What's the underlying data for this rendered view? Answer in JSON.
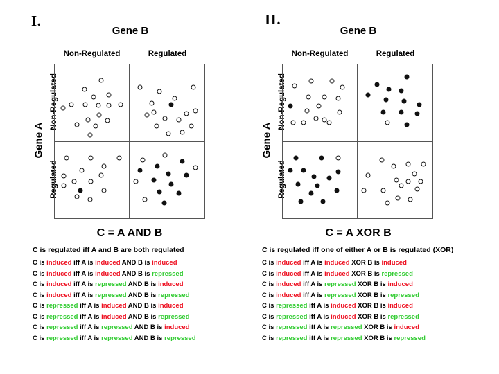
{
  "colors": {
    "induced": "#ee1122",
    "repressed": "#33cc33",
    "axis": "#555555",
    "dot": "#111111"
  },
  "labels": {
    "gene_b": "Gene B",
    "gene_a": "Gene A",
    "non_regulated": "Non-Regulated",
    "regulated": "Regulated",
    "induced": "induced",
    "repressed": "repressed",
    "c_is": "C is",
    "iff_a_is": "iff A is",
    "b_is": "B is"
  },
  "panels": [
    {
      "roman": "I.",
      "gene_b_title": "Gene B",
      "gene_a_title": "Gene A",
      "col_headers": [
        "Non-Regulated",
        "Regulated"
      ],
      "row_headers": [
        "Non-Regulated",
        "Regulated"
      ],
      "equation": "C = A AND B",
      "subtitle": "C is regulated iff A and B are both regulated",
      "operator": "AND",
      "quadrants": {
        "top_left": "all-open",
        "top_right": "one-filled",
        "bottom_left": "one-filled",
        "bottom_right": "mostly-filled"
      },
      "rules": [
        {
          "c": "induced",
          "a": "induced",
          "b": "induced"
        },
        {
          "c": "induced",
          "a": "induced",
          "b": "repressed"
        },
        {
          "c": "induced",
          "a": "repressed",
          "b": "induced"
        },
        {
          "c": "induced",
          "a": "repressed",
          "b": "repressed"
        },
        {
          "c": "repressed",
          "a": "induced",
          "b": "induced"
        },
        {
          "c": "repressed",
          "a": "induced",
          "b": "repressed"
        },
        {
          "c": "repressed",
          "a": "repressed",
          "b": "induced"
        },
        {
          "c": "repressed",
          "a": "repressed",
          "b": "repressed"
        }
      ]
    },
    {
      "roman": "II.",
      "gene_b_title": "Gene B",
      "gene_a_title": "Gene A",
      "col_headers": [
        "Non-Regulated",
        "Regulated"
      ],
      "row_headers": [
        "Non-Regulated",
        "Regulated"
      ],
      "equation": "C = A XOR B",
      "subtitle": "C is regulated iff one of either A or B is regulated (XOR)",
      "operator": "XOR",
      "quadrants": {
        "top_left": "one-filled",
        "top_right": "mostly-filled",
        "bottom_left": "mostly-filled",
        "bottom_right": "all-open"
      },
      "rules": [
        {
          "c": "induced",
          "a": "induced",
          "b": "induced"
        },
        {
          "c": "induced",
          "a": "induced",
          "b": "repressed"
        },
        {
          "c": "induced",
          "a": "repressed",
          "b": "induced"
        },
        {
          "c": "induced",
          "a": "repressed",
          "b": "repressed"
        },
        {
          "c": "repressed",
          "a": "induced",
          "b": "induced"
        },
        {
          "c": "repressed",
          "a": "induced",
          "b": "repressed"
        },
        {
          "c": "repressed",
          "a": "repressed",
          "b": "induced"
        },
        {
          "c": "repressed",
          "a": "repressed",
          "b": "repressed"
        }
      ]
    }
  ],
  "scatter": {
    "p1_tl": [
      [
        40,
        32,
        0
      ],
      [
        62,
        21,
        0
      ],
      [
        52,
        42,
        0
      ],
      [
        72,
        40,
        0
      ],
      [
        22,
        52,
        0
      ],
      [
        41,
        52,
        0
      ],
      [
        58,
        53,
        0
      ],
      [
        72,
        53,
        0
      ],
      [
        88,
        52,
        0
      ],
      [
        11,
        57,
        0
      ],
      [
        59,
        66,
        0
      ],
      [
        44,
        72,
        0
      ],
      [
        70,
        73,
        0
      ],
      [
        30,
        78,
        0
      ],
      [
        55,
        80,
        0
      ],
      [
        47,
        92,
        0
      ]
    ],
    "p1_tr": [
      [
        14,
        30,
        0
      ],
      [
        40,
        35,
        0
      ],
      [
        85,
        30,
        0
      ],
      [
        60,
        44,
        0
      ],
      [
        30,
        50,
        0
      ],
      [
        56,
        52,
        1
      ],
      [
        23,
        66,
        0
      ],
      [
        32,
        62,
        0
      ],
      [
        76,
        64,
        0
      ],
      [
        88,
        60,
        0
      ],
      [
        47,
        70,
        0
      ],
      [
        66,
        72,
        0
      ],
      [
        36,
        80,
        0
      ],
      [
        82,
        80,
        0
      ],
      [
        52,
        90,
        0
      ],
      [
        70,
        88,
        0
      ]
    ],
    "p1_bl": [
      [
        16,
        22,
        0
      ],
      [
        48,
        22,
        0
      ],
      [
        86,
        22,
        0
      ],
      [
        66,
        32,
        0
      ],
      [
        36,
        38,
        0
      ],
      [
        12,
        45,
        0
      ],
      [
        62,
        44,
        0
      ],
      [
        26,
        52,
        0
      ],
      [
        48,
        52,
        0
      ],
      [
        12,
        58,
        0
      ],
      [
        34,
        64,
        1
      ],
      [
        66,
        64,
        0
      ],
      [
        30,
        72,
        0
      ],
      [
        47,
        76,
        0
      ]
    ],
    "p1_br": [
      [
        18,
        24,
        0
      ],
      [
        47,
        18,
        0
      ],
      [
        37,
        32,
        1
      ],
      [
        70,
        26,
        1
      ],
      [
        88,
        34,
        0
      ],
      [
        14,
        38,
        1
      ],
      [
        52,
        42,
        1
      ],
      [
        76,
        44,
        1
      ],
      [
        8,
        52,
        0
      ],
      [
        32,
        50,
        1
      ],
      [
        56,
        56,
        1
      ],
      [
        40,
        66,
        1
      ],
      [
        66,
        68,
        1
      ],
      [
        20,
        76,
        0
      ],
      [
        46,
        80,
        1
      ]
    ],
    "p2_tl": [
      [
        16,
        28,
        0
      ],
      [
        38,
        22,
        0
      ],
      [
        66,
        22,
        0
      ],
      [
        80,
        30,
        0
      ],
      [
        34,
        42,
        0
      ],
      [
        56,
        42,
        0
      ],
      [
        74,
        44,
        0
      ],
      [
        10,
        54,
        1
      ],
      [
        48,
        54,
        0
      ],
      [
        32,
        60,
        0
      ],
      [
        76,
        62,
        0
      ],
      [
        14,
        76,
        0
      ],
      [
        28,
        76,
        0
      ],
      [
        44,
        70,
        0
      ],
      [
        56,
        72,
        0
      ],
      [
        62,
        76,
        0
      ]
    ],
    "p2_tr": [
      [
        26,
        26,
        1
      ],
      [
        66,
        16,
        1
      ],
      [
        42,
        32,
        1
      ],
      [
        58,
        34,
        1
      ],
      [
        14,
        40,
        1
      ],
      [
        38,
        46,
        1
      ],
      [
        62,
        48,
        1
      ],
      [
        82,
        52,
        1
      ],
      [
        34,
        62,
        1
      ],
      [
        58,
        62,
        1
      ],
      [
        80,
        64,
        1
      ],
      [
        40,
        76,
        0
      ],
      [
        66,
        78,
        1
      ]
    ],
    "p2_bl": [
      [
        18,
        22,
        1
      ],
      [
        52,
        22,
        1
      ],
      [
        74,
        22,
        0
      ],
      [
        10,
        38,
        1
      ],
      [
        28,
        38,
        1
      ],
      [
        42,
        46,
        1
      ],
      [
        62,
        48,
        1
      ],
      [
        74,
        40,
        1
      ],
      [
        20,
        56,
        1
      ],
      [
        46,
        58,
        1
      ],
      [
        38,
        68,
        1
      ],
      [
        72,
        64,
        1
      ],
      [
        24,
        78,
        1
      ],
      [
        54,
        78,
        1
      ]
    ],
    "p2_br": [
      [
        32,
        24,
        0
      ],
      [
        48,
        32,
        0
      ],
      [
        68,
        30,
        0
      ],
      [
        88,
        30,
        0
      ],
      [
        14,
        44,
        0
      ],
      [
        76,
        42,
        0
      ],
      [
        52,
        50,
        0
      ],
      [
        68,
        52,
        0
      ],
      [
        84,
        52,
        0
      ],
      [
        58,
        58,
        0
      ],
      [
        8,
        64,
        0
      ],
      [
        34,
        64,
        0
      ],
      [
        80,
        62,
        0
      ],
      [
        54,
        74,
        0
      ],
      [
        70,
        76,
        0
      ],
      [
        40,
        80,
        0
      ]
    ]
  }
}
